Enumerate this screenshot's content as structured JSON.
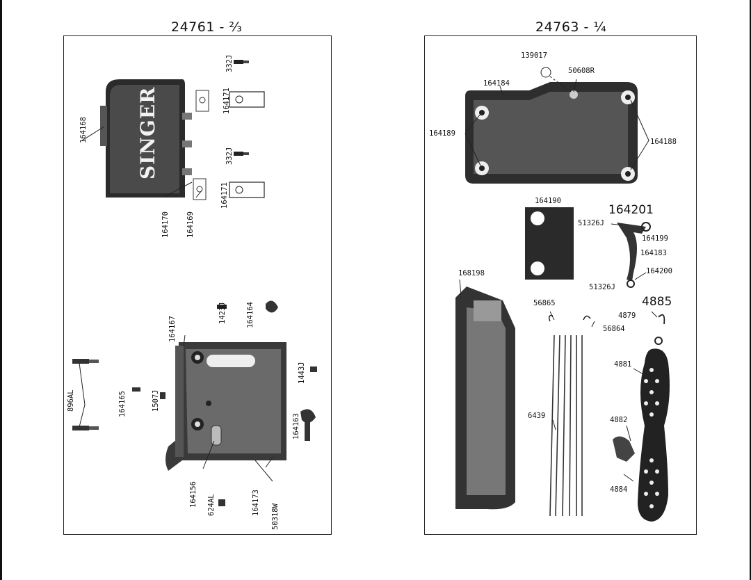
{
  "left_page": {
    "title": "24761 - ⅔",
    "brand": "SINGER",
    "labels": {
      "p164168": "164168",
      "p332j_a": "332J",
      "p164171_a": "164171",
      "p332j_b": "332J",
      "p164171_b": "164171",
      "p164170": "164170",
      "p164169": "164169",
      "p1423j": "1423J",
      "p164164": "164164",
      "p164167": "164167",
      "p1443j": "1443J",
      "p896al": "896AL",
      "p164165": "164165",
      "p1507j": "1507J",
      "p164163": "164163",
      "p164156": "164156",
      "p624al": "624AL",
      "p164173": "164173",
      "p50318w": "50318W"
    }
  },
  "right_page": {
    "title": "24763 - ¼",
    "labels": {
      "p139017": "139017",
      "p50608r": "50608R",
      "p164184": "164184",
      "p164189": "164189",
      "p164188": "164188",
      "p164190": "164190",
      "p164201": "164201",
      "p51326j_a": "51326J",
      "p164199": "164199",
      "p164183": "164183",
      "p168198": "168198",
      "p164200": "164200",
      "p51326j_b": "51326J",
      "p56865": "56865",
      "p4885": "4885",
      "p4879": "4879",
      "p56864": "56864",
      "p4881": "4881",
      "p6439": "6439",
      "p4882": "4882",
      "p4884": "4884"
    }
  }
}
